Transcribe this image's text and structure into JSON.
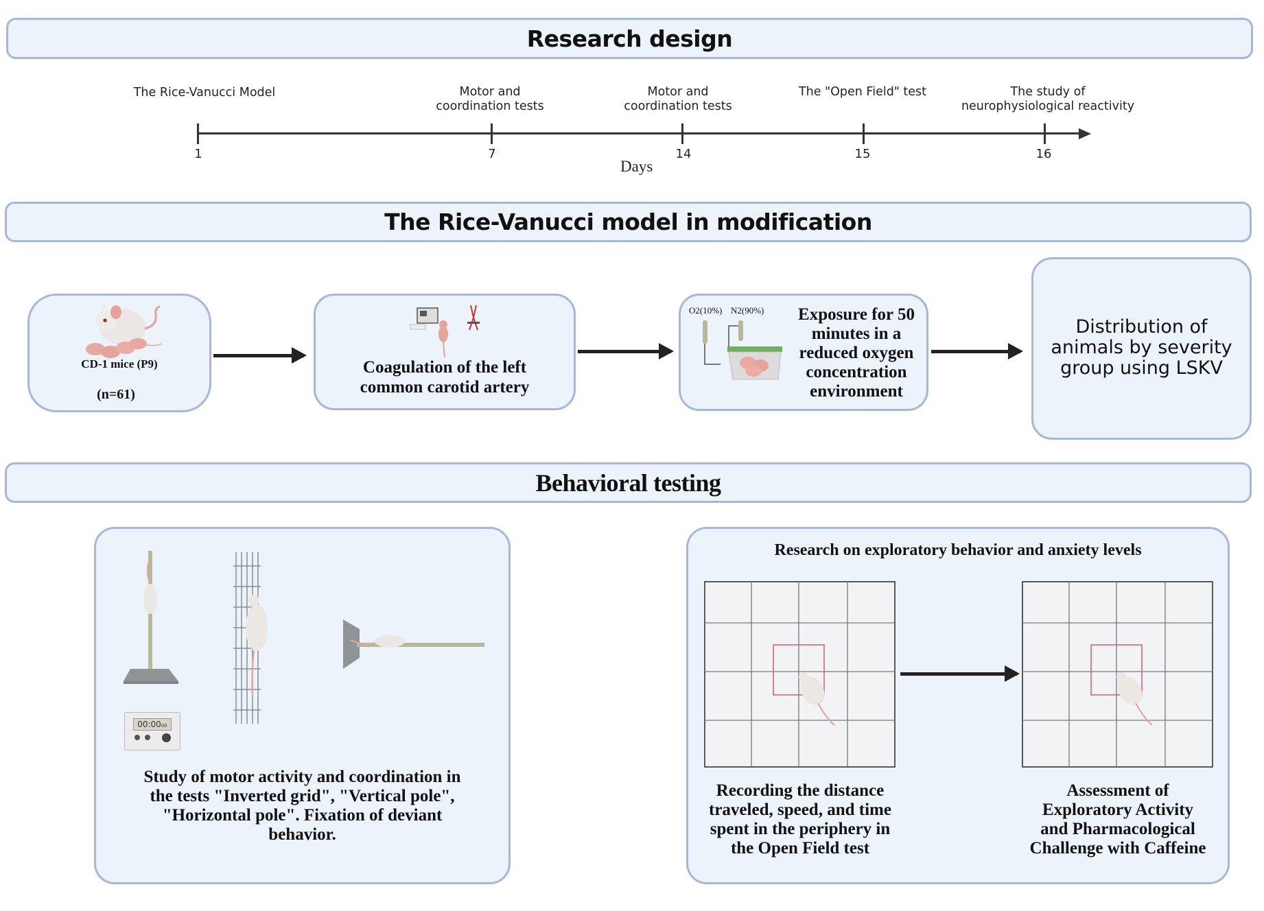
{
  "sections": {
    "research_design": "Research design",
    "model": "The Rice-Vanucci model in modification",
    "behavioral": "Behavioral testing"
  },
  "timeline": {
    "axis_label": "Days",
    "events": [
      {
        "day": "1",
        "label_lines": [
          "The Rice-Vanucci Model"
        ]
      },
      {
        "day": "7",
        "label_lines": [
          "Motor and",
          "coordination tests"
        ]
      },
      {
        "day": "14",
        "label_lines": [
          "Motor and",
          "coordination tests"
        ]
      },
      {
        "day": "15",
        "label_lines": [
          "The \"Open Field\" test"
        ]
      },
      {
        "day": "16",
        "label_lines": [
          "The study of",
          "neurophysiological reactivity"
        ]
      }
    ]
  },
  "model_steps": {
    "step1": {
      "title": "CD-1 mice (P9)",
      "count": "(n=61)"
    },
    "step2": {
      "line1": "Coagulation of the left",
      "line2": "common carotid artery"
    },
    "step3": {
      "gas_o2": "O2(10%)",
      "gas_n2": "N2(90%)",
      "lines": [
        "Exposure for 50",
        "minutes in a",
        "reduced oxygen",
        "concentration",
        "environment"
      ]
    },
    "step4": {
      "lines": [
        "Distribution of",
        "animals by severity",
        "group using LSKV"
      ]
    }
  },
  "behavior": {
    "motor": {
      "timer": "00:00",
      "timer_small": "00",
      "lines": [
        "Study of motor activity and coordination in",
        "the tests \"Inverted grid\", \"Vertical pole\",",
        "\"Horizontal pole\". Fixation of deviant",
        "behavior."
      ]
    },
    "exploratory": {
      "title": "Research on exploratory behavior and anxiety levels",
      "left_lines": [
        "Recording the distance",
        "traveled, speed, and time",
        "spent in the periphery in",
        "the Open Field test"
      ],
      "right_lines": [
        "Assessment of",
        "Exploratory Activity",
        "and Pharmacological",
        "Challenge with Caffeine"
      ]
    }
  },
  "colors": {
    "panel_bg": "#edf3fb",
    "panel_border": "#a3b7df",
    "arrow": "#222222",
    "mouse_body": "#ece8e4",
    "mouse_pink": "#e9a6a0",
    "zone_red": "#d9627a"
  }
}
